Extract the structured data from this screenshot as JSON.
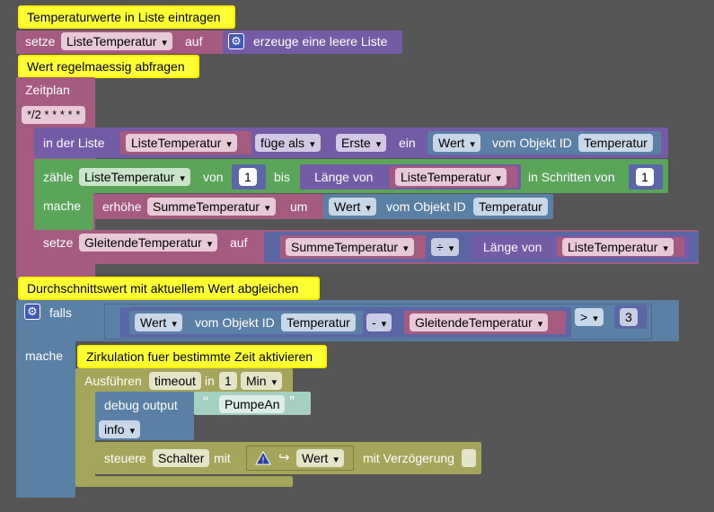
{
  "comments": {
    "c1": "Temperaturwerte in Liste eintragen",
    "c2": "Wert regelmaessig abfragen",
    "c3": "Durchschnittswert mit aktuellem Wert abgleichen",
    "c4": "Zirkulation fuer bestimmte Zeit aktivieren"
  },
  "setze_block": {
    "label": "setze",
    "var": "ListeTemperatur",
    "auf": "auf",
    "create": "erzeuge eine leere Liste"
  },
  "schedule": {
    "label": "Zeitplan",
    "cron": "*/2 * * * * *"
  },
  "list_insert": {
    "in_der_liste": "in der Liste",
    "var": "ListeTemperatur",
    "mode": "füge als",
    "where": "Erste",
    "ein": "ein",
    "wert": "Wert",
    "vom_objekt": "vom Objekt ID",
    "objekt": "Temperatur"
  },
  "loop": {
    "zaehle": "zähle",
    "var": "ListeTemperatur",
    "von": "von",
    "from": "1",
    "bis": "bis",
    "laenge": "Länge von",
    "list": "ListeTemperatur",
    "step_label": "in Schritten von",
    "step": "1",
    "mache": "mache"
  },
  "increment": {
    "label": "erhöhe",
    "var": "SummeTemperatur",
    "um": "um",
    "wert": "Wert",
    "vom_objekt": "vom Objekt ID",
    "objekt": "Temperatur"
  },
  "avg": {
    "setze": "setze",
    "var": "GleitendeTemperatur",
    "auf": "auf",
    "sum": "SummeTemperatur",
    "op": "÷",
    "laenge": "Länge von",
    "list": "ListeTemperatur"
  },
  "if_block": {
    "falls": "falls",
    "wert": "Wert",
    "vom_objekt": "vom Objekt ID",
    "objekt": "Temperatur",
    "minus": "-",
    "var": "GleitendeTemperatur",
    "compare": ">",
    "threshold": "3",
    "mache": "mache"
  },
  "timeout": {
    "label": "Ausführen",
    "name": "timeout",
    "in": "in",
    "value": "1",
    "unit": "Min"
  },
  "debug": {
    "label": "debug output",
    "text": "PumpeAn",
    "level": "info"
  },
  "control": {
    "label": "steuere",
    "target": "Schalter",
    "mit": "mit",
    "wert": "Wert",
    "delay": "mit Verzögerung"
  }
}
